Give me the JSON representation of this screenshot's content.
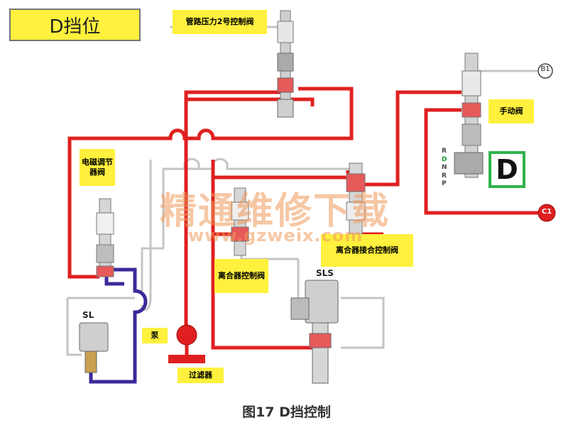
{
  "title": "D挡位",
  "caption": "图17 D挡控制",
  "labels": {
    "line_pressure_valve_2": "管路压力2号控制阀",
    "manual_valve": "手动阀",
    "solenoid_modulator": "电磁调节器阀",
    "clutch_apply_control": "离合器接合控制阀",
    "clutch_control": "离合器控制阀",
    "pump": "泵",
    "filter": "过滤器",
    "sl": "SL",
    "sls": "SLS",
    "b1": "B1",
    "c1": "C1",
    "gear_indicator": "D"
  },
  "shift_positions": [
    "R",
    "D",
    "N",
    "R",
    "P"
  ],
  "watermark": {
    "cn": "精通维修下载",
    "url": "www.gzweix.com"
  },
  "colors": {
    "line_pressure": "#e02020",
    "solenoid_circuit": "#3a2a9a",
    "drain": "#c8c8c8",
    "label_bg": "#fff13d",
    "indicator": "#2fb34a"
  }
}
